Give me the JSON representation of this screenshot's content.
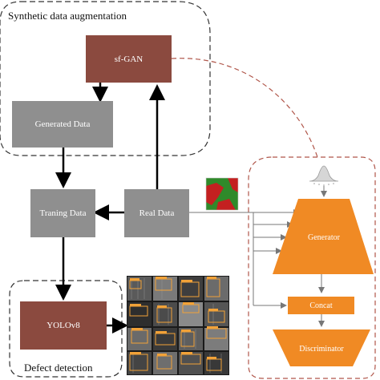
{
  "regions": {
    "synthetic": "Synthetic data augmentation",
    "defect": "Defect detection"
  },
  "boxes": {
    "sfgan": "sf-GAN",
    "generated": "Generated Data",
    "training": "Traning  Data",
    "real": "Real Data",
    "yolo": "YOLOv8"
  },
  "gan": {
    "generator": "Generator",
    "concat": "Concat",
    "discriminator": "Discriminator"
  },
  "colors": {
    "gray_box": "#8f8f8f",
    "brown_box": "#8b4a3f",
    "orange": "#f08a24",
    "dashed_red": "#b0564a",
    "detection_label": "#f2a238"
  }
}
